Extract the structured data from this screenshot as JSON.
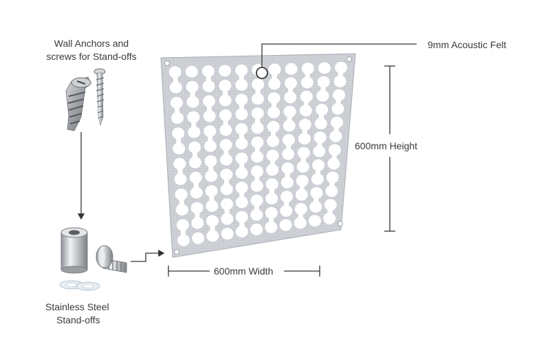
{
  "labels": {
    "anchors_line1": "Wall Anchors and",
    "anchors_line2": "screws for Stand-offs",
    "felt": "9mm Acoustic Felt",
    "height": "600mm Height",
    "width": "600mm Width",
    "standoffs_line1": "Stainless Steel",
    "standoffs_line2": "Stand-offs"
  },
  "colors": {
    "felt": "#c9ccd1",
    "felt_dark": "#aeb2b8",
    "line": "#333333",
    "steel": "#b9bcc0"
  },
  "icons": [
    "wall-anchor-icon",
    "screw-icon",
    "standoff-barrel-icon",
    "standoff-cap-icon",
    "washer-icon"
  ]
}
